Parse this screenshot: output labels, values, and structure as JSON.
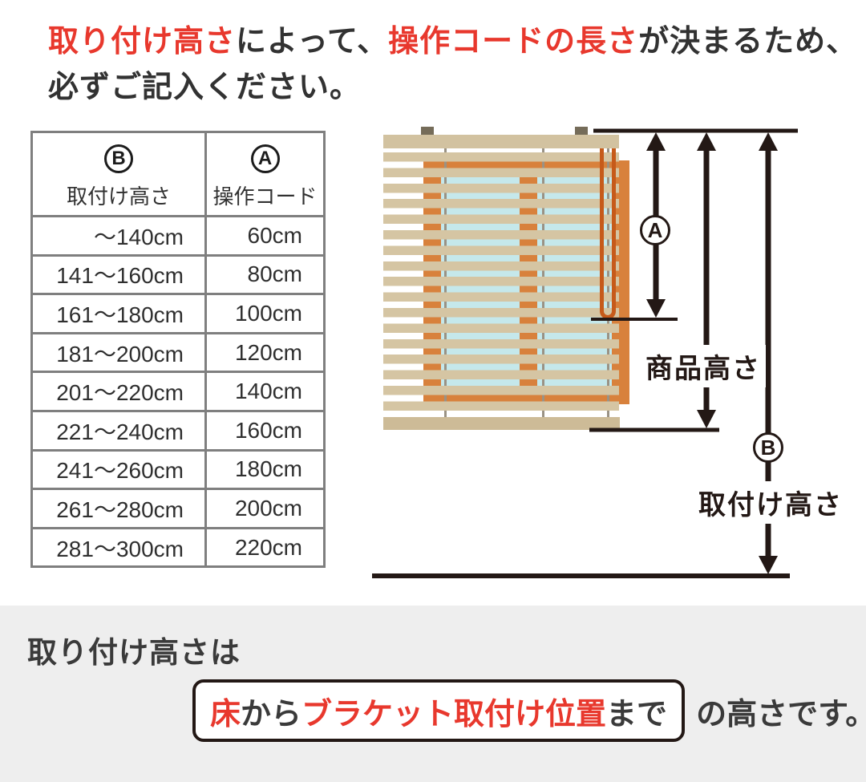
{
  "heading": {
    "line1_red1": "取り付け高さ",
    "line1_dark1": "によって、",
    "line1_red2": "操作コードの長さ",
    "line1_dark2": "が決まるため、",
    "line2": "必ずご記入ください。"
  },
  "table": {
    "col_b_mark": "B",
    "col_b_label": "取付け高さ",
    "col_a_mark": "A",
    "col_a_label": "操作コード",
    "rows": [
      {
        "height": "〜140cm",
        "cord": "60cm"
      },
      {
        "height": "141〜160cm",
        "cord": "80cm"
      },
      {
        "height": "161〜180cm",
        "cord": "100cm"
      },
      {
        "height": "181〜200cm",
        "cord": "120cm"
      },
      {
        "height": "201〜220cm",
        "cord": "140cm"
      },
      {
        "height": "221〜240cm",
        "cord": "160cm"
      },
      {
        "height": "241〜260cm",
        "cord": "180cm"
      },
      {
        "height": "261〜280cm",
        "cord": "200cm"
      },
      {
        "height": "281〜300cm",
        "cord": "220cm"
      }
    ]
  },
  "diagram": {
    "a_mark": "A",
    "b_mark": "B",
    "product_height_label": "商品高さ",
    "install_height_label": "取付け高さ"
  },
  "footer": {
    "title": "取り付け高さは",
    "box_red1": "床",
    "box_dark1": "から",
    "box_red2": "ブラケット取付け位置",
    "box_dark2": "まで",
    "suffix": "の高さです。"
  },
  "colors": {
    "accent_red": "#e8382d",
    "text_dark": "#323232",
    "diagram_black": "#231815",
    "table_border": "#7f7f7f",
    "slat_beige": "#d5c5a3",
    "headrail_beige": "#d2c2a0",
    "rail_beige": "#cdbb97",
    "window_blue": "#c5e8eb",
    "tape_orange": "#d8813c",
    "cord_orange": "#c65a1a",
    "bracket_gray": "#756c59",
    "footer_bg": "#eeeeee"
  }
}
